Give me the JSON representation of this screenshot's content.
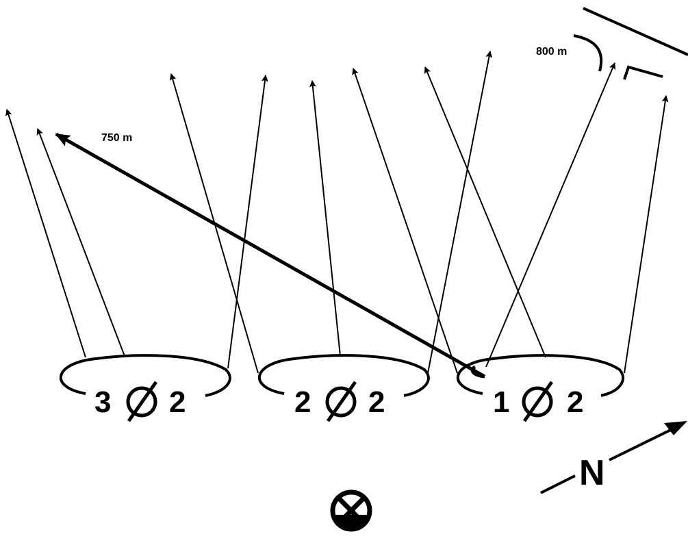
{
  "clusters": [
    {
      "id": "3",
      "label_left": "3",
      "label_right": "2"
    },
    {
      "id": "2",
      "label_left": "2",
      "label_right": "2"
    },
    {
      "id": "1",
      "label_left": "1",
      "label_right": "2"
    }
  ],
  "annotations": {
    "distance_750": "750 m",
    "distance_800": "800 m",
    "north": "N"
  },
  "icons": {
    "station": "crossed-circle-icon",
    "null_symbol": "null-slash-icon"
  },
  "colors": {
    "ink": "#000000",
    "background": "#ffffff"
  }
}
